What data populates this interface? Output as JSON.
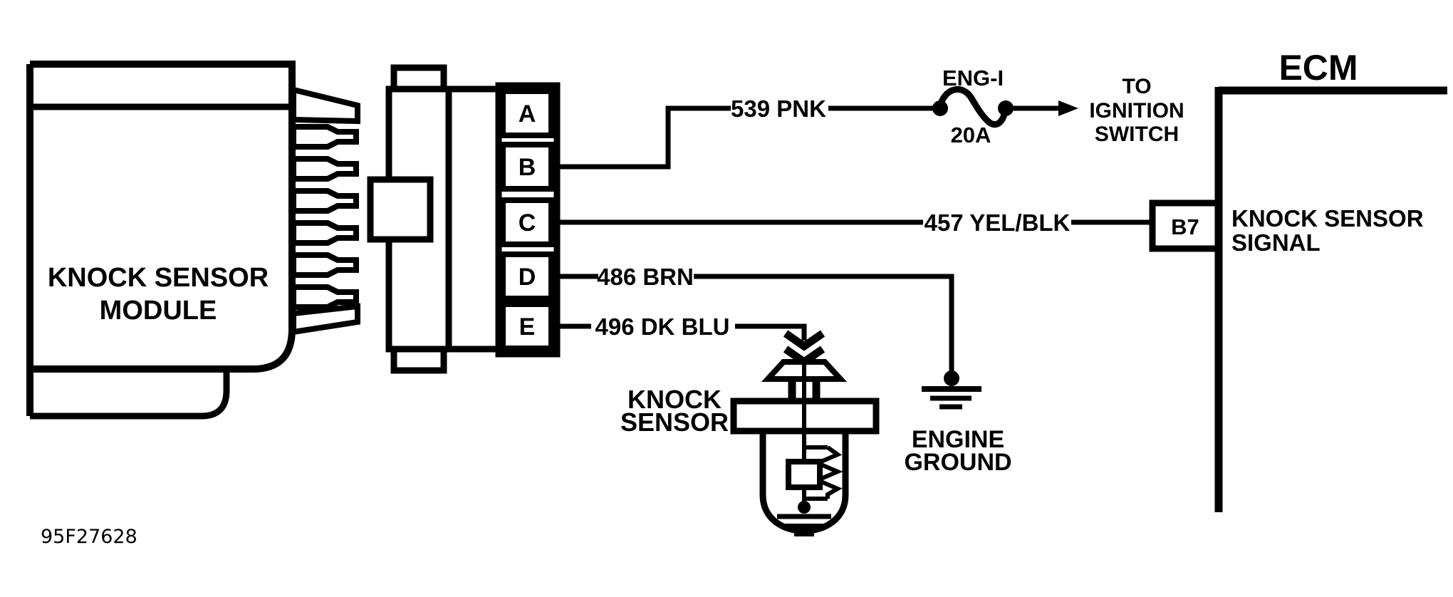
{
  "figure_id": "95F27628",
  "colors": {
    "line": "#000000",
    "background": "#ffffff"
  },
  "module": {
    "label_line1": "KNOCK SENSOR",
    "label_line2": "MODULE"
  },
  "connector": {
    "terminals": [
      "A",
      "B",
      "C",
      "D",
      "E"
    ]
  },
  "wires": {
    "pnk": {
      "label": "539 PNK"
    },
    "yel_blk": {
      "label": "457 YEL/BLK"
    },
    "brn": {
      "label": "486 BRN"
    },
    "dk_blu": {
      "label": "496 DK BLU"
    }
  },
  "fuse": {
    "name": "ENG-I",
    "rating": "20A"
  },
  "ignition": {
    "line1": "TO",
    "line2": "IGNITION",
    "line3": "SWITCH"
  },
  "ecm": {
    "title": "ECM",
    "terminal": "B7",
    "signal_line1": "KNOCK SENSOR",
    "signal_line2": "SIGNAL"
  },
  "knock_sensor": {
    "label_line1": "KNOCK",
    "label_line2": "SENSOR"
  },
  "engine_ground": {
    "label_line1": "ENGINE",
    "label_line2": "GROUND"
  }
}
